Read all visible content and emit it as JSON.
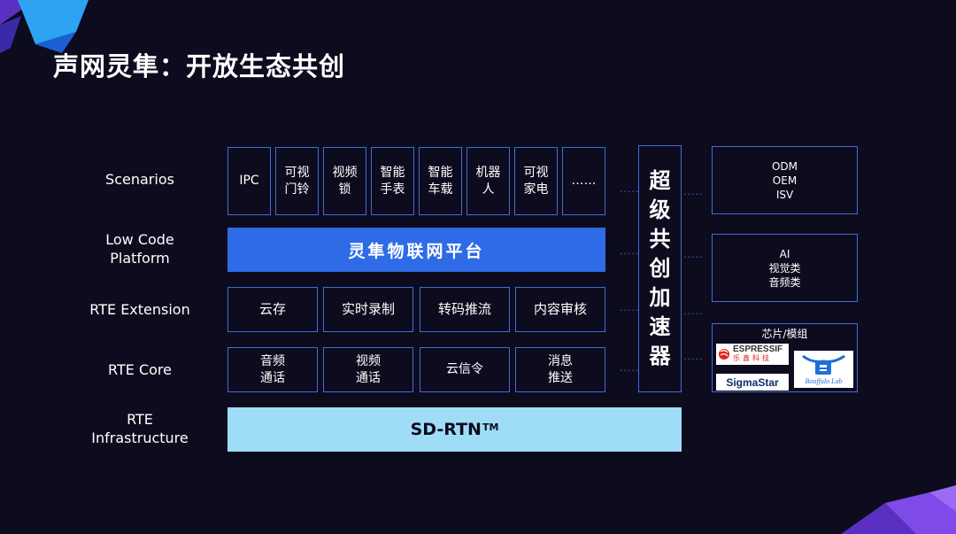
{
  "title": "声网灵隼：开放生态共创",
  "rows": {
    "scenarios": "Scenarios",
    "low_code": [
      "Low Code",
      "Platform"
    ],
    "extension": "RTE Extension",
    "core": "RTE Core",
    "infra": [
      "RTE",
      "Infrastructure"
    ]
  },
  "scenarios": [
    [
      "IPC"
    ],
    [
      "可视",
      "门铃"
    ],
    [
      "视频",
      "锁"
    ],
    [
      "智能",
      "手表"
    ],
    [
      "智能",
      "车载"
    ],
    [
      "机器",
      "人"
    ],
    [
      "可视",
      "家电"
    ],
    [
      "……"
    ]
  ],
  "platform": "灵隼物联网平台",
  "extension": [
    "云存",
    "实时录制",
    "转码推流",
    "内容审核"
  ],
  "core": [
    [
      "音频",
      "通话"
    ],
    [
      "视频",
      "通话"
    ],
    [
      "云信令"
    ],
    [
      "消息",
      "推送"
    ]
  ],
  "infrastructure": {
    "label": "SD-RTN",
    "tm": "TM"
  },
  "accelerator": [
    "超",
    "级",
    "共",
    "创",
    "加",
    "速",
    "器"
  ],
  "partners": {
    "odm": [
      "ODM",
      "OEM",
      "ISV"
    ],
    "ai": [
      "AI",
      "视觉类",
      "音频类"
    ],
    "chips": {
      "title": "芯片/模组",
      "espressif": {
        "name": "ESPRESSIF",
        "sub": "乐鑫科技"
      },
      "sigmastar": "SigmaStar",
      "bouffalo": "Bouffalo Lab"
    }
  },
  "dots": "·····",
  "colors": {
    "bg": "#0d0b1e",
    "border": "#3f6fd6",
    "platform": "#2f6be6",
    "sdrtn": "#9fdcf6"
  }
}
